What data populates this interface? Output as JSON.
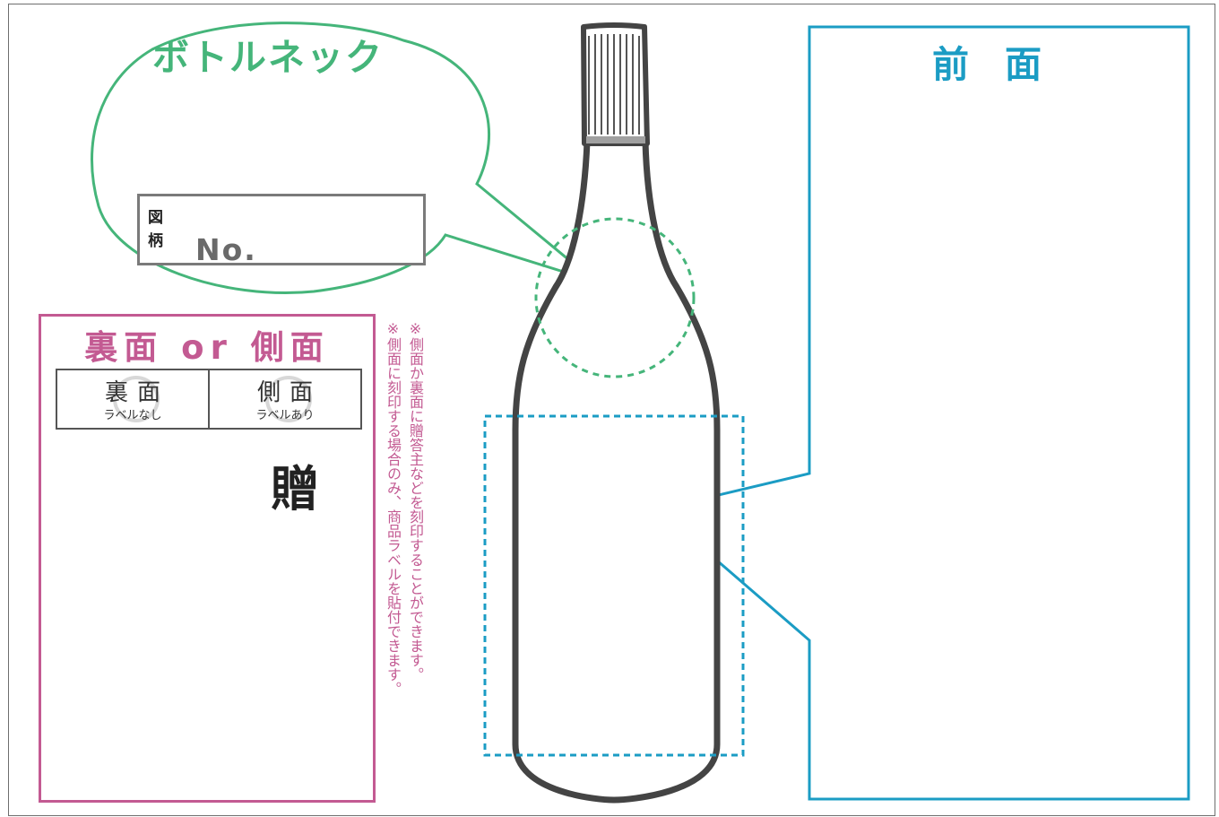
{
  "bottle_neck": {
    "title": "ボトルネック",
    "design_label": "図柄",
    "number_label": "No."
  },
  "back_panel": {
    "title": "裏面 or 側面",
    "options": [
      {
        "main": "裏面",
        "sub": "ラベルなし"
      },
      {
        "main": "側面",
        "sub": "ラベルあり"
      }
    ],
    "gift_mark": "贈"
  },
  "notes": [
    "※側面か裏面に贈答主などを刻印することができます。",
    "※側面に刻印する場合のみ、商品ラベルを貼付できます。"
  ],
  "front_panel": {
    "title": "前面"
  },
  "colors": {
    "neck_green": "#45b57a",
    "back_pink": "#c35a92",
    "front_blue": "#1b9cc4",
    "bottle_outline": "#444444",
    "cap_gray": "#a0a0a0"
  }
}
